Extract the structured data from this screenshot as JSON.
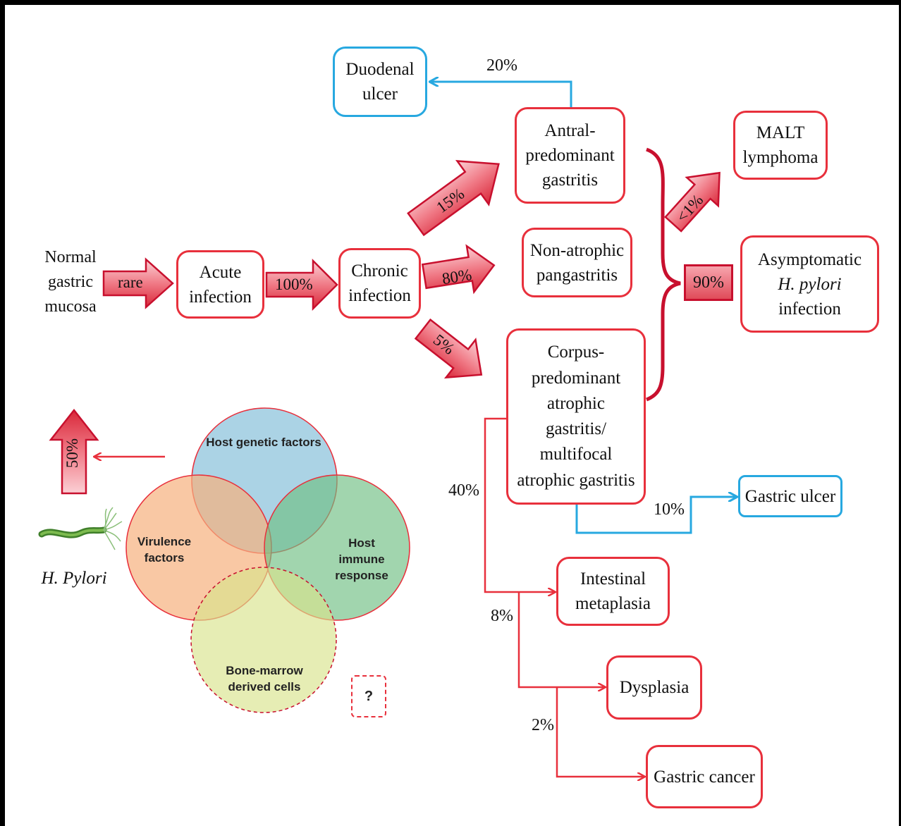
{
  "boxes": {
    "duodenal_ulcer": "Duodenal\nulcer",
    "antral": "Antral-\npredominant\ngastritis",
    "malt": "MALT\nlymphoma",
    "non_atrophic": "Non-atrophic\npangastritis",
    "acute": "Acute\ninfection",
    "chronic": "Chronic\ninfection",
    "asymptomatic_line1": "Asymptomatic",
    "asymptomatic_line2": "H. pylori",
    "asymptomatic_line3": "infection",
    "corpus": "Corpus-\npredominant\natrophic\ngastritis/\nmultifocal\natrophic gastritis",
    "gastric_ulcer": "Gastric ulcer",
    "intestinal": "Intestinal\nmetaplasia",
    "dysplasia": "Dysplasia",
    "gastric_cancer": "Gastric cancer"
  },
  "labels": {
    "normal_mucosa": "Normal\ngastric\nmucosa",
    "rare": "rare",
    "p100": "100%",
    "p80": "80%",
    "p15": "15%",
    "p5": "5%",
    "p20": "20%",
    "p1": "<1%",
    "p90": "90%",
    "p40": "40%",
    "p10": "10%",
    "p8": "8%",
    "p2": "2%",
    "p50": "50%",
    "h_pylori": "H. Pylori",
    "question": "?"
  },
  "venn": {
    "host_genetic": "Host genetic factors",
    "virulence": "Virulence\nfactors",
    "host_immune": "Host\nimmune\nresponse",
    "bone_marrow": "Bone-marrow\nderived cells"
  },
  "colors": {
    "red_line": "#e8303c",
    "blue_line": "#27a8e0",
    "venn_blue": "#9ccbe0",
    "venn_orange": "#f6b07e",
    "venn_green": "#7fc48f",
    "venn_yellow": "#d8e48c"
  }
}
